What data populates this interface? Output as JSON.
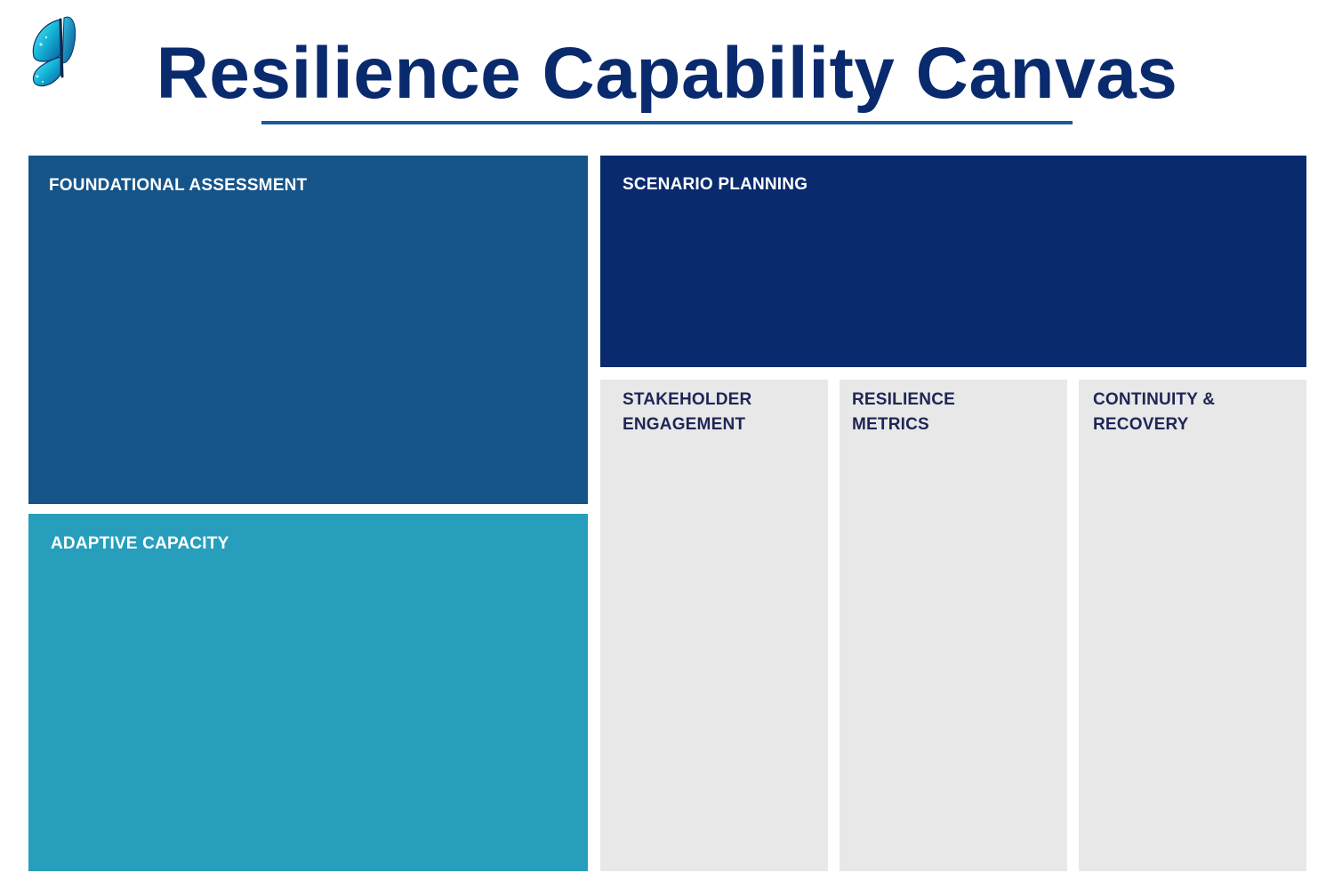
{
  "title": "Resilience Capability Canvas",
  "logo": {
    "icon": "butterfly-icon"
  },
  "colors": {
    "title": "#0a2a6e",
    "underline": "#1a5a9a",
    "foundational": "#155489",
    "adaptive": "#279fbc",
    "scenario": "#0a2a6e",
    "light_panel": "#e8e8e8",
    "label_on_dark": "#ffffff",
    "label_on_light": "#1f2656"
  },
  "sections": {
    "foundational": {
      "label": "FOUNDATIONAL ASSESSMENT"
    },
    "adaptive": {
      "label": "ADAPTIVE CAPACITY"
    },
    "scenario": {
      "label": "SCENARIO PLANNING"
    },
    "stakeholder": {
      "label": "STAKEHOLDER\nENGAGEMENT"
    },
    "metrics": {
      "label": "RESILIENCE\nMETRICS"
    },
    "continuity": {
      "label": "CONTINUITY &\nRECOVERY"
    }
  }
}
